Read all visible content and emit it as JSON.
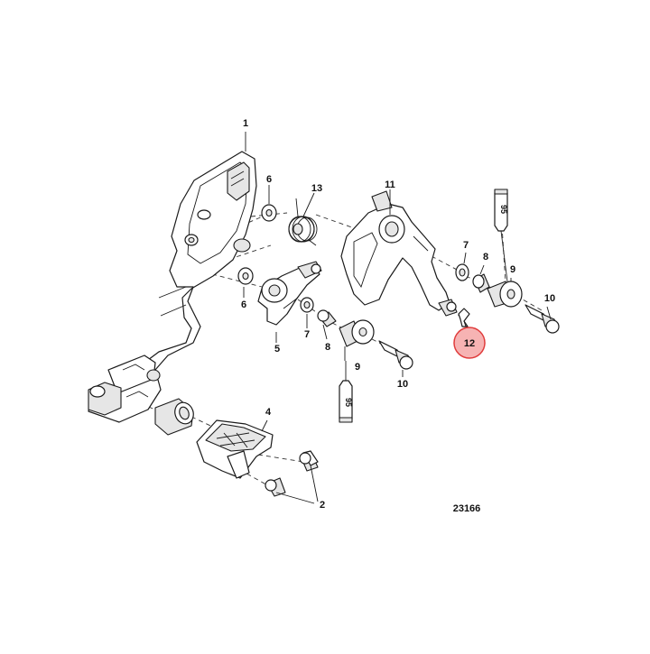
{
  "callouts": {
    "c1": "1",
    "c2": "2",
    "c4": "4",
    "c5": "5",
    "c6a": "6",
    "c6b": "6",
    "c7a": "7",
    "c7b": "7",
    "c8a": "8",
    "c8b": "8",
    "c9a": "9",
    "c9b": "9",
    "c10a": "10",
    "c10b": "10",
    "c11": "11",
    "c12": "12",
    "c13": "13"
  },
  "sealant": {
    "upper": "95",
    "lower": "95"
  },
  "figure_number": "23166",
  "colors": {
    "highlight_fill": "#f6b3b3",
    "highlight_stroke": "#e03c3c",
    "line": "#1a1a1a"
  }
}
